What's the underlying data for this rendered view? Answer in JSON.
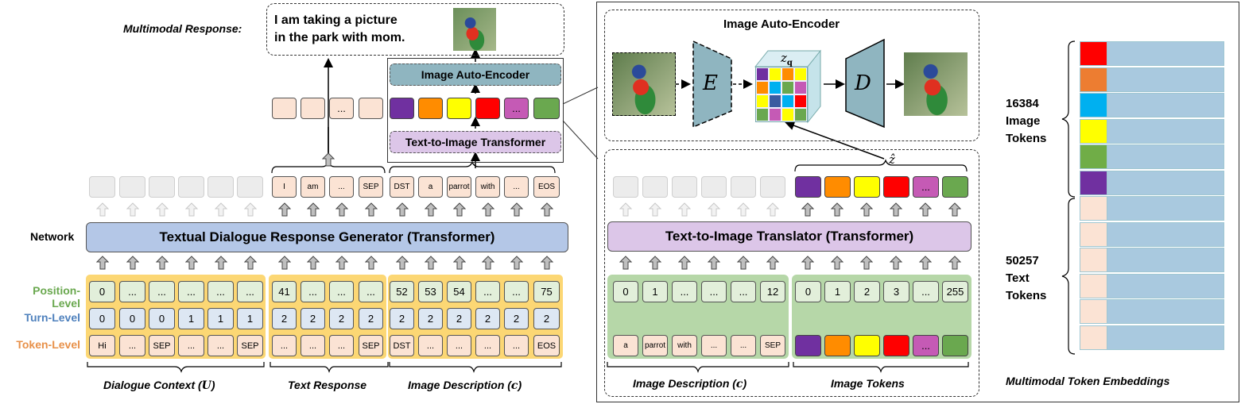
{
  "left": {
    "multimodal_response_label": "Multimodal Response:",
    "response_text_line1": "I am taking a picture",
    "response_text_line2": "in the park with mom.",
    "network_label": "Network",
    "generator_label": "Textual Dialogue Response Generator (Transformer)",
    "image_autoencoder_label": "Image Auto-Encoder",
    "t2i_transformer_label": "Text-to-Image Transformer",
    "output_text_tokens": [
      "",
      "",
      "...",
      ""
    ],
    "output_image_tokens": [
      "",
      "",
      "",
      "",
      "...",
      ""
    ],
    "text_response_outputs": [
      "I",
      "am",
      "...",
      "SEP"
    ],
    "image_desc_outputs": [
      "DST",
      "a",
      "parrot",
      "with",
      "...",
      "EOS"
    ],
    "levels": {
      "position": "Position-Level",
      "turn": "Turn-Level",
      "token": "Token-Level"
    },
    "position_row": [
      "0",
      "...",
      "...",
      "...",
      "...",
      "...",
      "41",
      "...",
      "...",
      "...",
      "52",
      "53",
      "54",
      "...",
      "...",
      "75"
    ],
    "turn_row": [
      "0",
      "0",
      "0",
      "1",
      "1",
      "1",
      "2",
      "2",
      "2",
      "2",
      "2",
      "2",
      "2",
      "2",
      "2",
      "2"
    ],
    "token_row": [
      "Hi",
      "...",
      "SEP",
      "...",
      "...",
      "SEP",
      "...",
      "...",
      "...",
      "SEP",
      "DST",
      "...",
      "...",
      "...",
      "...",
      "EOS"
    ],
    "bottom_labels": {
      "dialogue_context": "Dialogue  Context (",
      "dialogue_var": "U",
      "text_response": "Text  Response",
      "image_description": "Image  Description (",
      "image_desc_var": "c"
    }
  },
  "right": {
    "autoencoder_title": "Image Auto-Encoder",
    "encoder_label": "E",
    "decoder_label": "D",
    "zq_label": "z",
    "zq_sub": "q",
    "zhat_label": "ẑ",
    "translator_label": "Text-to-Image Translator (Transformer)",
    "position_text_row": [
      "0",
      "1",
      "...",
      "...",
      "...",
      "12"
    ],
    "position_image_row": [
      "0",
      "1",
      "2",
      "3",
      "...",
      "255"
    ],
    "desc_tokens": [
      "a",
      "parrot",
      "with",
      "...",
      "...",
      "SEP"
    ],
    "image_token_dots": "...",
    "bottom_labels": {
      "image_description": "Image  Description (",
      "image_desc_var": "c",
      "image_tokens": "Image Tokens"
    }
  },
  "embeddings": {
    "image_count": "16384",
    "image_word1": "Image",
    "image_word2": "Tokens",
    "text_count": "50257",
    "text_word1": "Text",
    "text_word2": "Tokens",
    "caption": "Multimodal  Token  Embeddings"
  },
  "colors": {
    "purple": "#7030a0",
    "orange": "#ff8c00",
    "yellow": "#ffff00",
    "red": "#ff0000",
    "magenta": "#c55ab5",
    "green": "#6aa84f",
    "blue_bar": "#b4c7e7",
    "lilac": "#dcc6e8",
    "teal": "#8fb5c0",
    "highlight": "#fcd774",
    "pos_green": "#6aa84f",
    "turn_blue": "#4f81bd",
    "tok_orange": "#e8914a"
  }
}
